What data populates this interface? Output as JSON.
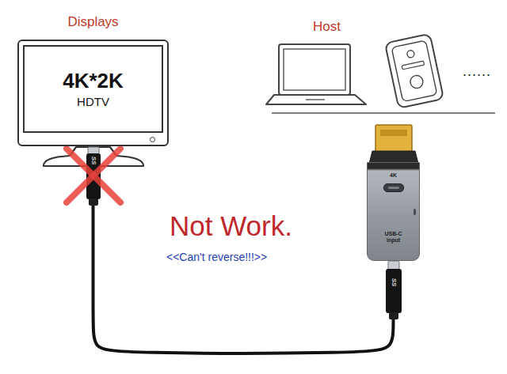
{
  "diagram": {
    "nodes": [
      {
        "text": [
          "Displays",
          "4K*2K",
          "HDTV"
        ]
      },
      {
        "text": [
          "4K",
          "USB-C input"
        ]
      }
    ],
    "edges": [
      {
        "from": 0,
        "to": 1,
        "arrow": "none"
      }
    ],
    "labels": [
      "Host",
      "......",
      "Not Work.",
      "<<Can't reverse!!!>>",
      "SS",
      "SS"
    ]
  }
}
